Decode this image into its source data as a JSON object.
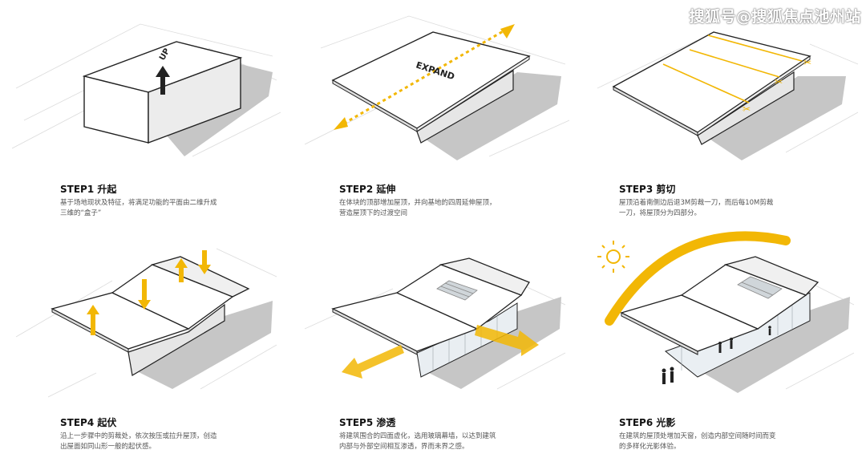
{
  "watermark": "搜狐号@搜狐焦点池州站",
  "diagram_labels": {
    "up": "UP",
    "expand": "EXPAND"
  },
  "steps": [
    {
      "title": "STEP1 升起",
      "desc": [
        "基于场地现状及特征，将满足功能的平面由二维升成",
        "三维的“盒子”"
      ]
    },
    {
      "title": "STEP2 延伸",
      "desc": [
        "在体块的顶部增加屋顶，并向基地的四周延伸屋顶，",
        "营造屋顶下的过渡空间"
      ]
    },
    {
      "title": "STEP3 剪切",
      "desc": [
        "屋顶沿着南侧边后退3M剪裁一刀，而后每10M剪裁",
        "一刀，将屋顶分为四部分。"
      ]
    },
    {
      "title": "STEP4 起伏",
      "desc": [
        "沿上一步骤中的剪裁处，依次按压或拉升屋顶，创造",
        "出屋面如同山形一般的起伏感。"
      ]
    },
    {
      "title": "STEP5 渗透",
      "desc": [
        "将建筑围合的四面虚化，选用玻璃幕墙，以达到建筑",
        "内部与外部空间相互渗透，界而未界之感。"
      ]
    },
    {
      "title": "STEP6 光影",
      "desc": [
        "在建筑的屋顶处增加天窗，创造内部空间随时间而变",
        "的多样化光影体验。"
      ]
    }
  ],
  "colors": {
    "accent": "#f2b705",
    "shadow": "#c6c6c6",
    "line": "#222222",
    "ground": "#d9d9d9"
  }
}
